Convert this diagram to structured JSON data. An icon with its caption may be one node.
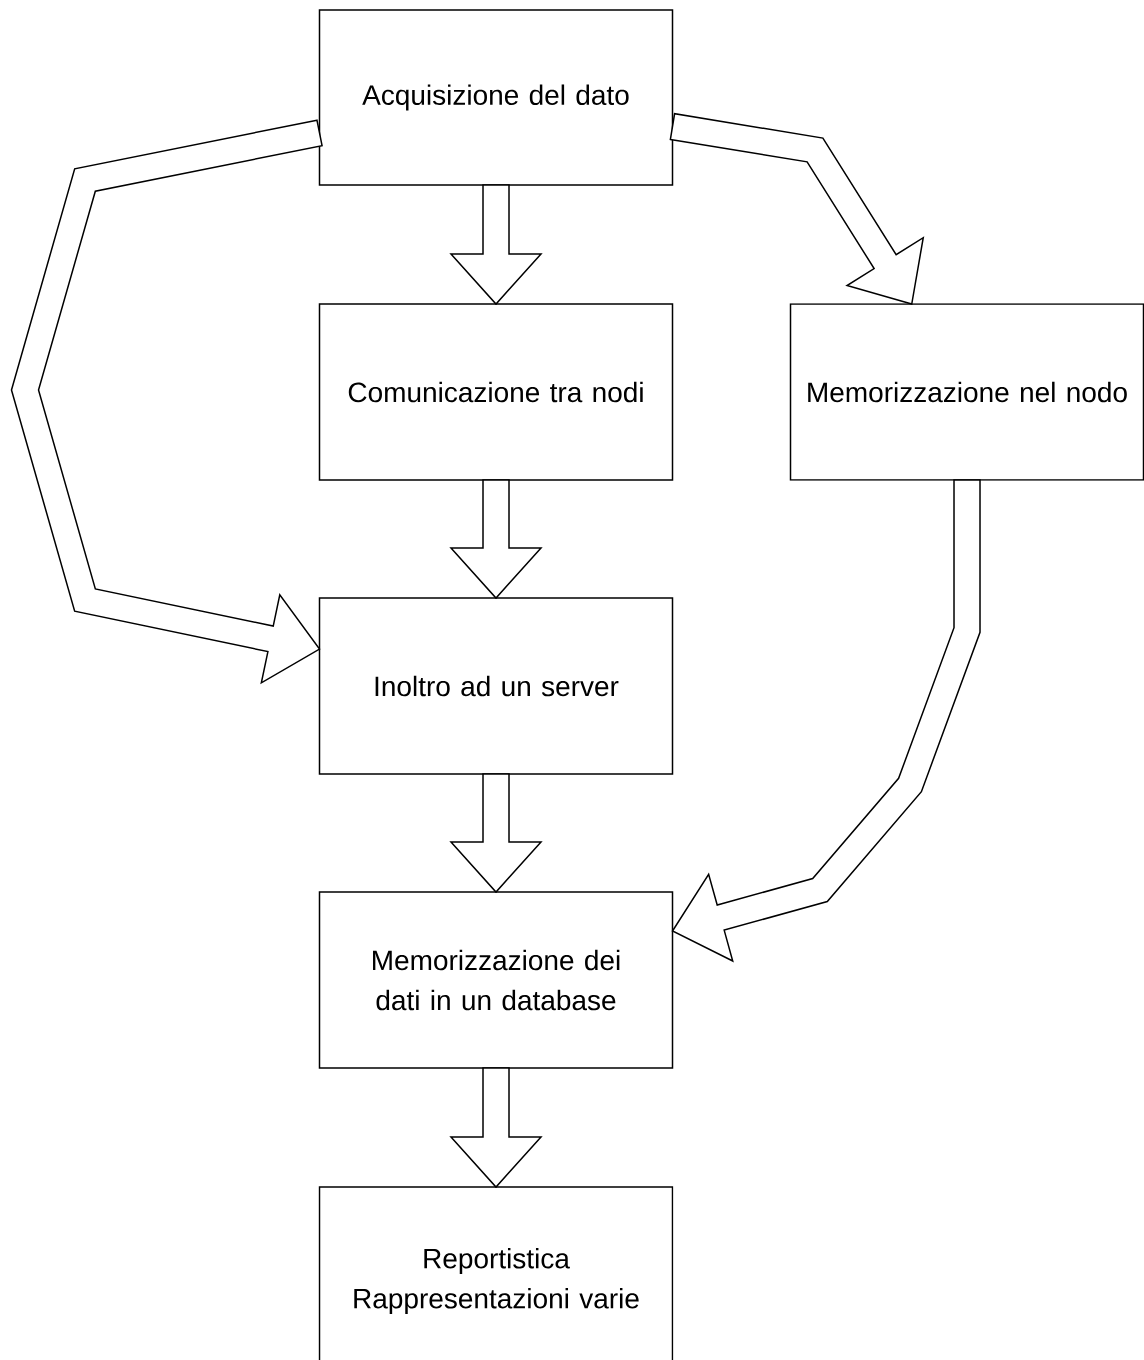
{
  "diagram": {
    "nodes": [
      {
        "text": [
          "Acquisizione del dato"
        ]
      },
      {
        "text": [
          "Comunicazione tra nodi"
        ]
      },
      {
        "text": [
          "Memorizzazione nel nodo"
        ]
      },
      {
        "text": [
          "Inoltro ad un server"
        ]
      },
      {
        "text": [
          "Memorizzazione dei dati in un database"
        ]
      },
      {
        "text": [
          "Reportistica Rappresentazioni varie"
        ]
      }
    ],
    "edges": [
      {
        "from": 0,
        "to": 1,
        "arrow": "to"
      },
      {
        "from": 0,
        "to": 2,
        "arrow": "to"
      },
      {
        "from": 0,
        "to": 3,
        "arrow": "to"
      },
      {
        "from": 1,
        "to": 3,
        "arrow": "to"
      },
      {
        "from": 2,
        "to": 4,
        "arrow": "to"
      },
      {
        "from": 3,
        "to": 4,
        "arrow": "to"
      },
      {
        "from": 4,
        "to": 5,
        "arrow": "to"
      }
    ]
  }
}
